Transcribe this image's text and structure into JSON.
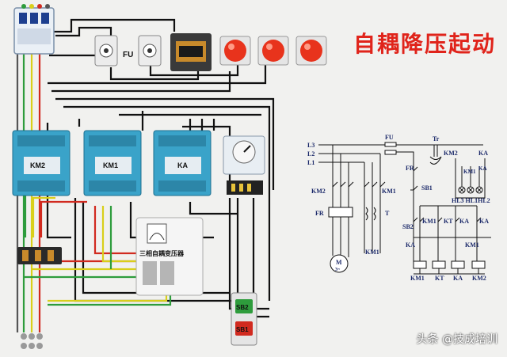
{
  "title": "自耦降压起动",
  "watermark": "头条 @技成培训",
  "components": {
    "fu_label": "FU",
    "km2_label": "KM2",
    "km1_label": "KM1",
    "ka_label": "KA",
    "transformer_label": "三相自耦变压器",
    "sb2_label": "SB2",
    "sb1_label": "SB1"
  },
  "schematic": {
    "l3": "L3",
    "l2": "L2",
    "l1": "L1",
    "fu": "FU",
    "tr": "Tr",
    "km2_top": "KM2",
    "ka_top": "KA",
    "ka_side": "KA",
    "km1_side": "KM1",
    "fr_ctrl": "FR",
    "sb1": "SB1",
    "hl": "HL3 HL1HL2",
    "km2_main": "KM2",
    "km1_main": "KM1",
    "fr_main": "FR",
    "t": "T",
    "sb2": "SB2",
    "km1_a": "KM1",
    "kt": "KT",
    "ka_b": "KA",
    "ka_c": "KA",
    "ka_d": "KA",
    "km1_b": "KM1",
    "km1_mot": "KM1",
    "motor": "M",
    "motor_sub": "3~",
    "coil_km1": "KM1",
    "coil_kt": "KT",
    "coil_ka": "KA",
    "coil_km2": "KM2"
  },
  "colors": {
    "title": "#e0241b",
    "contactor": "#3aa3c9",
    "lamp": "#e8331c",
    "wire": "#111111"
  }
}
